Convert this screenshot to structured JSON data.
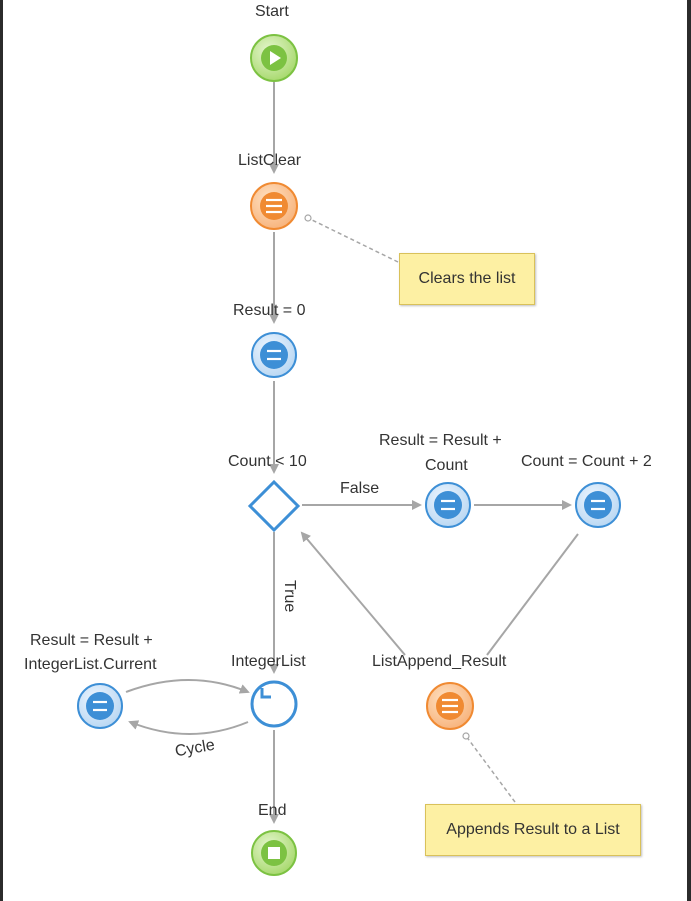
{
  "nodes": {
    "start": {
      "label": "Start",
      "icon": "play-icon"
    },
    "list_clear": {
      "label": "ListClear",
      "icon": "list-icon"
    },
    "result_init": {
      "label": "Result = 0",
      "icon": "assign-icon"
    },
    "count_check": {
      "label": "Count < 10",
      "icon": "decision-icon"
    },
    "result_add": {
      "label_line1": "Result = Result +",
      "label_line2": "Count",
      "icon": "assign-icon"
    },
    "count_inc": {
      "label": "Count = Count + 2",
      "icon": "assign-icon"
    },
    "integer_list": {
      "label": "IntegerList",
      "icon": "loop-icon"
    },
    "result_add_current": {
      "label_line1": "Result = Result +",
      "label_line2": "IntegerList.Current",
      "icon": "assign-icon"
    },
    "list_append": {
      "label": "ListAppend_Result",
      "icon": "list-icon"
    },
    "end": {
      "label": "End",
      "icon": "stop-icon"
    }
  },
  "edges": {
    "false_label": "False",
    "true_label": "True",
    "cycle_label": "Cycle"
  },
  "notes": {
    "clears": "Clears the list",
    "appends": "Appends Result to a List"
  },
  "colors": {
    "start_end": "#7cc242",
    "list_action": "#f08a32",
    "assign": "#3d8fd6",
    "decision": "#3d8fd6",
    "connector": "#a6a6a6",
    "note_bg": "#fdf0a3"
  }
}
